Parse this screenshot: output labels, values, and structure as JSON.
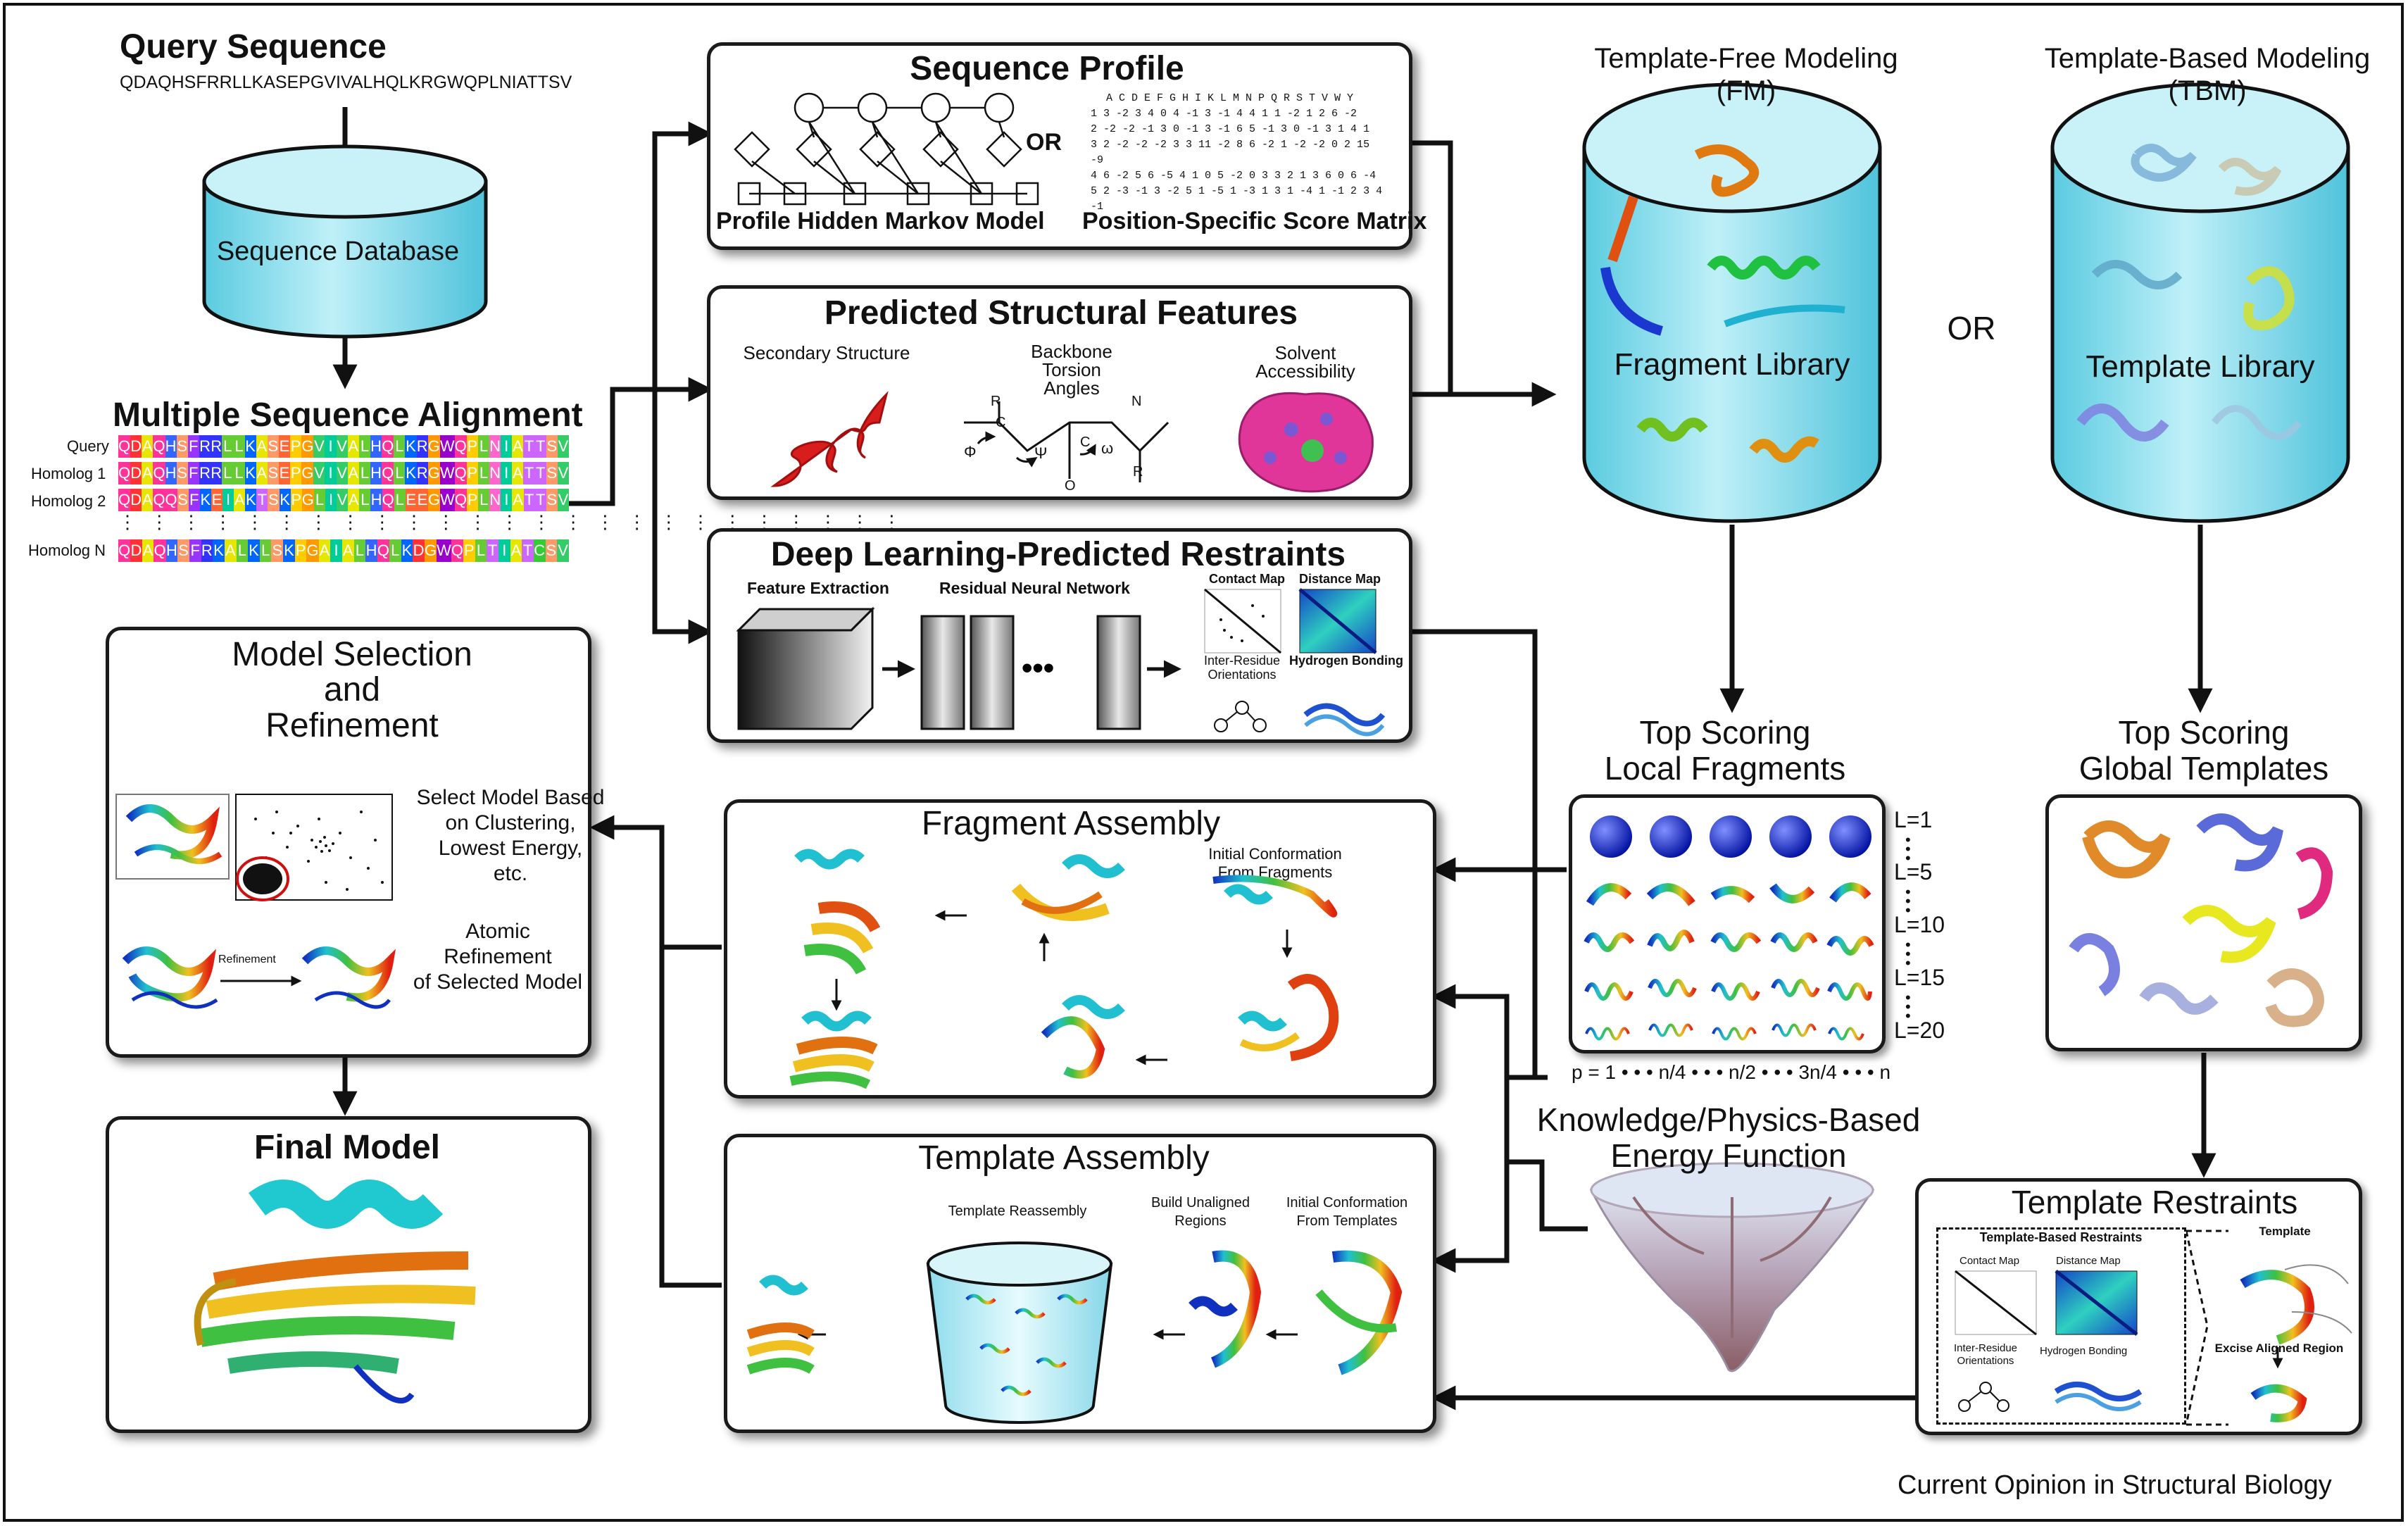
{
  "query": {
    "title": "Query Sequence",
    "sequence": "QDAQHSFRRLLKASEPGVIVALHQLKRGWQPLNIATTSV"
  },
  "sequence_database": {
    "label": "Sequence Database"
  },
  "msa": {
    "title": "Multiple Sequence Alignment",
    "rows": [
      {
        "label": "Query",
        "seq": "QDAQHSFRRLLKASEPGVIVALHQLKRGWQPLNIATTSV"
      },
      {
        "label": "Homolog 1",
        "seq": "QDAQHSFRRLLKASEPGVIVALHQLKRGWQPLNIATTSV"
      },
      {
        "label": "Homolog 2",
        "seq": "QDAQQSFKEIAKTSKPGLIVALHQLEEGWQPLNIATTSV"
      },
      {
        "label": "Homolog N",
        "seq": "QDAQHSFRKALKLSKPGAIALHQLKDGWQPLTIATCSV"
      }
    ]
  },
  "sequence_profile": {
    "title": "Sequence Profile",
    "or_label": "OR",
    "left_label": "Profile Hidden Markov Model",
    "right_label": "Position-Specific Score Matrix",
    "pssm_header": "A C D E F G H I K L M N P Q R S T V W Y",
    "pssm_rows": [
      "1 3 -2 3 4 0 4 -1 3 -1 4 4 1 1 -2 1 2 6 -2",
      "2 -2 -2 -1 3 0 -1 3 -1 6 5 -1 3 0 -1 3 1 4 1",
      "3 2 -2 -2 -2 3 3 11 -2 8 6 -2 1 -2 -2 0 2 15 -9",
      "4 6 -2 5 6 -5 4 1 0 5 -2 0 3 3 2 1 3 6 0 6 -4",
      "5 2 -3 -1 3 -2 5 1 -5 1 -3 1 3 1 -4 1 -1 2 3 4 -1"
    ]
  },
  "structural_features": {
    "title": "Predicted Structural Features",
    "secondary": "Secondary Structure",
    "backbone_l1": "Backbone",
    "backbone_l2": "Torsion",
    "backbone_l3": "Angles",
    "solvent_l1": "Solvent",
    "solvent_l2": "Accessibility",
    "phi": "Φ",
    "psi": "Ψ",
    "omega": "ω",
    "r": "R",
    "c": "C",
    "n": "N",
    "o": "O"
  },
  "deep_learning": {
    "title": "Deep Learning-Predicted Restraints",
    "feature_extraction": "Feature Extraction",
    "resnet": "Residual Neural Network",
    "contact_map": "Contact Map",
    "distance_map": "Distance Map",
    "inter_residue_l1": "Inter-Residue",
    "inter_residue_l2": "Orientations",
    "hydrogen_bonding": "Hydrogen Bonding"
  },
  "template_free": {
    "title_l1": "Template-Free Modeling",
    "title_l2": "(FM)",
    "library": "Fragment Library"
  },
  "template_based": {
    "title_l1": "Template-Based Modeling",
    "title_l2": "(TBM)",
    "library": "Template Library"
  },
  "or_label": "OR",
  "top_local": {
    "title_l1": "Top Scoring",
    "title_l2": "Local Fragments",
    "l_labels": [
      "L=1",
      "L=5",
      "L=10",
      "L=15",
      "L=20"
    ],
    "p_axis": "p = 1 • • •   n/4 • • • n/2 • • • 3n/4 • • • n"
  },
  "top_global": {
    "title_l1": "Top Scoring",
    "title_l2": "Global Templates"
  },
  "energy": {
    "title_l1": "Knowledge/Physics-Based",
    "title_l2": "Energy Function"
  },
  "model_selection": {
    "title_l1": "Model Selection",
    "title_l2": "and",
    "title_l3": "Refinement",
    "select_l1": "Select Model Based",
    "select_l2": "on Clustering,",
    "select_l3": "Lowest Energy,",
    "select_l4": "etc.",
    "refinement": "Refinement",
    "atomic_l1": "Atomic",
    "atomic_l2": "Refinement",
    "atomic_l3": "of Selected Model"
  },
  "fragment_assembly": {
    "title": "Fragment Assembly",
    "initial_l1": "Initial Conformation",
    "initial_l2": "From Fragments"
  },
  "final_model": {
    "title": "Final Model"
  },
  "template_assembly": {
    "title": "Template Assembly",
    "reassembly": "Template Reassembly",
    "build_l1": "Build Unaligned",
    "build_l2": "Regions",
    "initial_l1": "Initial Conformation",
    "initial_l2": "From Templates"
  },
  "template_restraints": {
    "title": "Template Restraints",
    "based": "Template-Based Restraints",
    "template": "Template",
    "contact_map": "Contact Map",
    "distance_map": "Distance Map",
    "inter_residue_l1": "Inter-Residue",
    "inter_residue_l2": "Orientations",
    "hydrogen_bonding": "Hydrogen Bonding",
    "excise": "Excise Aligned Region"
  },
  "footer": "Current Opinion in Structural Biology",
  "colors": {
    "cylinder_top": "#bfeef5",
    "cylinder_body": "#5fd3e6",
    "helix_red": "#d81d1d",
    "blue": "#1030c0",
    "heat_blue": "#1446c8"
  }
}
